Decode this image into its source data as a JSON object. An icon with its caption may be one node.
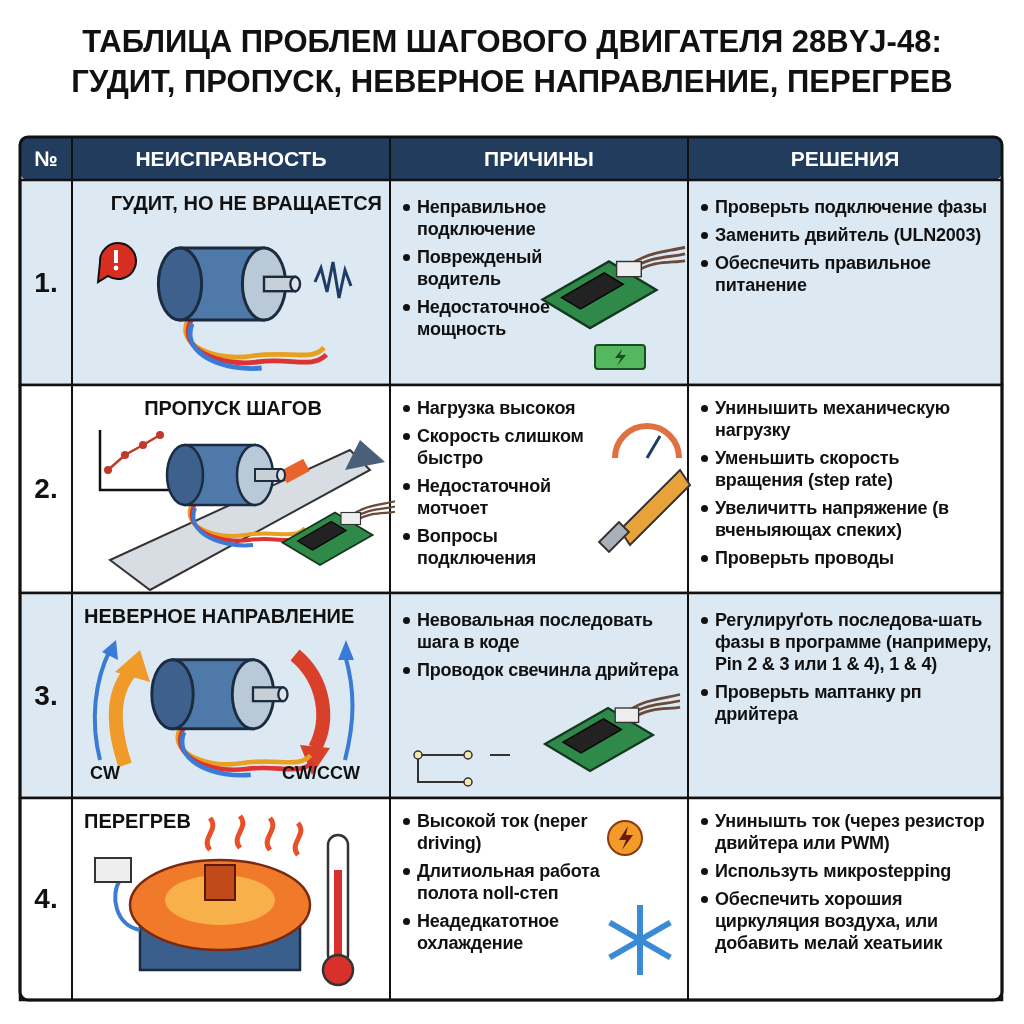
{
  "diagram": {
    "title": "ТАБЛИЦА ПРОБЛЕМ ШАГОВОГО ДВИГАТЕЛЯ 28BYJ-48: ГУДИТ, ПРОПУСК, НЕВЕРНОЕ НАПРАВЛЕНИЕ, ПЕРЕГРЕВ",
    "labels": [
      "№",
      "НЕИСПРАВНОСТЬ",
      "ПРИЧИНЫ",
      "РЕШЕНИЯ",
      "1.",
      "ГУДИТ, НО НЕ ВРАЩАЕТСЯ",
      "Неправильное подключение",
      "Поврежденый водитель",
      "Недостаточное мощность",
      "Проверьть подключение фазы",
      "Заменить двийтель (ULN2003)",
      "Обеспечить правильное питанение",
      "2.",
      "ПРОПУСК ШАГОВ",
      "Нагрузка высокоя",
      "Скорость слишком быстро",
      "Недостаточной мотчоет",
      "Вопросы подключения",
      "Унинышить механическую нагрузку",
      "Уменьшить скорость вращения (step rate)",
      "Увеличитть напряжение (в вченыяющах спеких)",
      "Проверьть проводы",
      "3.",
      "НЕВЕРНОЕ НАПРАВЛЕНИЕ",
      "CW",
      "CW/CCW",
      "Невовальная последовать шага в коде",
      "Проводок свечинла дрийтера",
      "Регулируґоть последова-шать фазы в программе (напримеру, Pin 2 & 3 или 1 & 4), 1 & 4)",
      "Проверьть маптанку рп дрийтера",
      "4.",
      "ПЕРЕГРЕВ",
      "Высокой ток (neper driving)",
      "Длитиольная работа полота noll-степ",
      "Неадедкатотное охлаждение",
      "Унинышть ток (через резистор двийтера или PWM)",
      "Используть микроstepping",
      "Обеспечить хорошия циркуляция воздуха, или добавить мелай хеатьиик"
    ]
  }
}
